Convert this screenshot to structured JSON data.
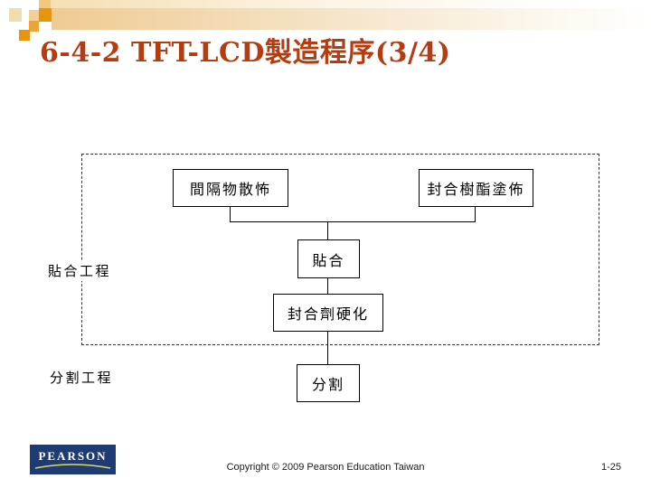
{
  "title": "6-4-2 TFT-LCD製造程序(3/4)",
  "diagram": {
    "boxes": [
      {
        "label": "間隔物散怖"
      },
      {
        "label": "封合樹酯塗佈"
      },
      {
        "label": "貼合"
      },
      {
        "label": "封合劑硬化"
      },
      {
        "label": "分割"
      }
    ],
    "side_labels": [
      {
        "label": "貼合工程"
      },
      {
        "label": "分割工程"
      }
    ]
  },
  "footer": {
    "logo_text": "PEARSON",
    "copyright": "Copyright © 2009 Pearson Education Taiwan",
    "page_number": "1-25"
  },
  "colors": {
    "title_text": "#B33D11",
    "logo_background": "#1F3B73",
    "logo_swoosh": "#D9D966",
    "header_band": "#EFCB93"
  }
}
